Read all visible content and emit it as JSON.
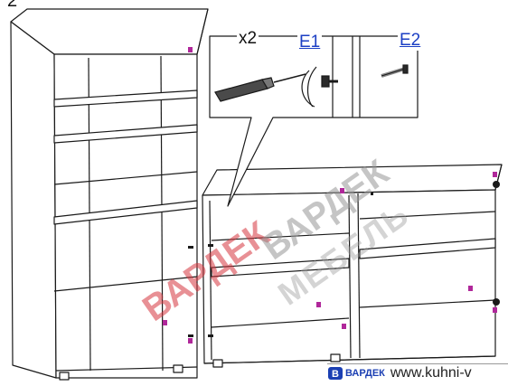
{
  "step_number": "2",
  "callout": {
    "quantity": "x2",
    "part_e1": "E1",
    "part_e2": "E2"
  },
  "watermark": {
    "line1": "ВАРДЕК",
    "line2": "МЕБЕЛЬ"
  },
  "footer": {
    "brand": "ВАРДЕК",
    "url": "www.kuhni-v"
  },
  "colors": {
    "line": "#1a1a1a",
    "part_label": "#1c3fc4",
    "hole_marker": "#b0279a",
    "watermark_red": "#d6343e",
    "watermark_gray": "#9a9a9a",
    "brand": "#1b3fb3"
  }
}
